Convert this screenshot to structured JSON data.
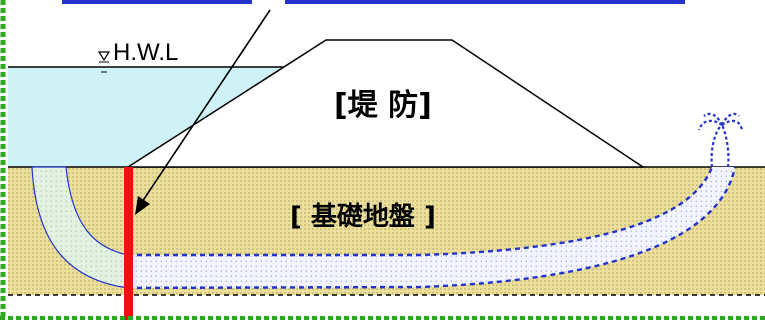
{
  "labels": {
    "hwl": "H.W.L",
    "embankment": "[堤 防]",
    "foundation": "[ 基礎地盤 ]"
  },
  "colors": {
    "water": "#cff2f6",
    "ground": "#ecdf9a",
    "groundDots": "#8b8350",
    "pipe": "#e4f2e4",
    "seepage": "#2333cc",
    "wall": "#ee1111",
    "frame": "#2ea81f",
    "line": "#000000"
  },
  "icons": {
    "waterLevel": "water-level-triangle-icon",
    "arrow": "pointer-arrow-icon",
    "spring": "spring-spout-icon"
  }
}
